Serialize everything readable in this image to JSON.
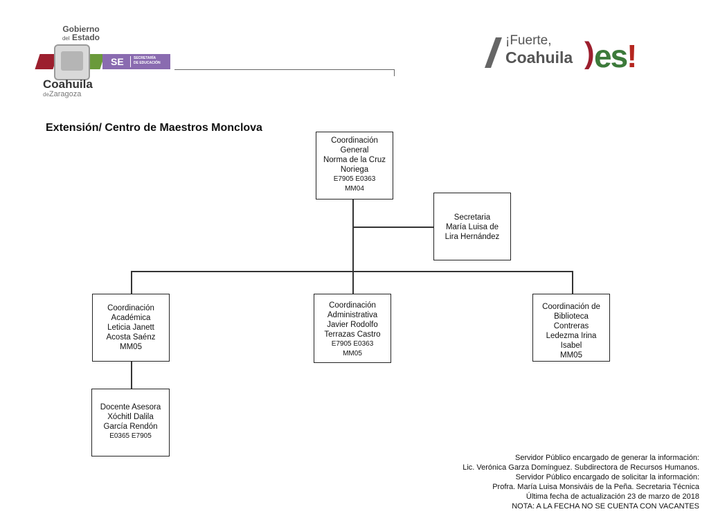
{
  "header": {
    "gobierno": "Gobierno",
    "del": "del",
    "estado": "Estado",
    "coahuila": "Coahuila",
    "de": "de",
    "zaragoza": "Zaragoza",
    "se": "SE",
    "secretaria_line1": "SECRETARÍA",
    "secretaria_line2": "DE EDUCACIÓN",
    "fuerte": "¡Fuerte,",
    "coahuila_slogan": "Coahuila",
    "es": "es",
    "excl": "!"
  },
  "title": "Extensión/ Centro de Maestros Monclova",
  "nodes": {
    "general": {
      "lines": [
        "Coordinación",
        "General",
        "Norma de la Cruz",
        "Noriega"
      ],
      "codes": [
        "E7905  E0363",
        "MM04"
      ]
    },
    "secretaria": {
      "lines": [
        "Secretaria",
        "María Luisa de",
        "Lira Hernández"
      ],
      "codes": []
    },
    "academica": {
      "lines": [
        "Coordinación",
        "Académica",
        "Leticia Janett",
        "Acosta Saénz",
        "MM05"
      ],
      "codes": []
    },
    "administrativa": {
      "lines": [
        "Coordinación",
        "Administrativa",
        "Javier Rodolfo",
        "Terrazas Castro"
      ],
      "codes": [
        "E7905    E0363",
        "MM05"
      ]
    },
    "biblioteca": {
      "lines": [
        "Coordinación de",
        "Biblioteca",
        "Contreras",
        "Ledezma Irina",
        "Isabel",
        "MM05"
      ],
      "codes": []
    },
    "docente": {
      "lines": [
        "Docente Asesora",
        "Xóchitl Dalila",
        "García Rendón"
      ],
      "codes": [
        "E0365  E7905"
      ]
    }
  },
  "footer": [
    "Servidor Público encargado de generar la información:",
    "Lic. Verónica Garza Domínguez. Subdirectora de Recursos Humanos.",
    "Servidor Público encargado de solicitar la información:",
    "Profra. María Luisa Monsiváis de la Peña. Secretaria Técnica",
    "Última fecha de actualización 23 de marzo de 2018",
    "NOTA: A LA FECHA NO SE CUENTA CON VACANTES"
  ]
}
